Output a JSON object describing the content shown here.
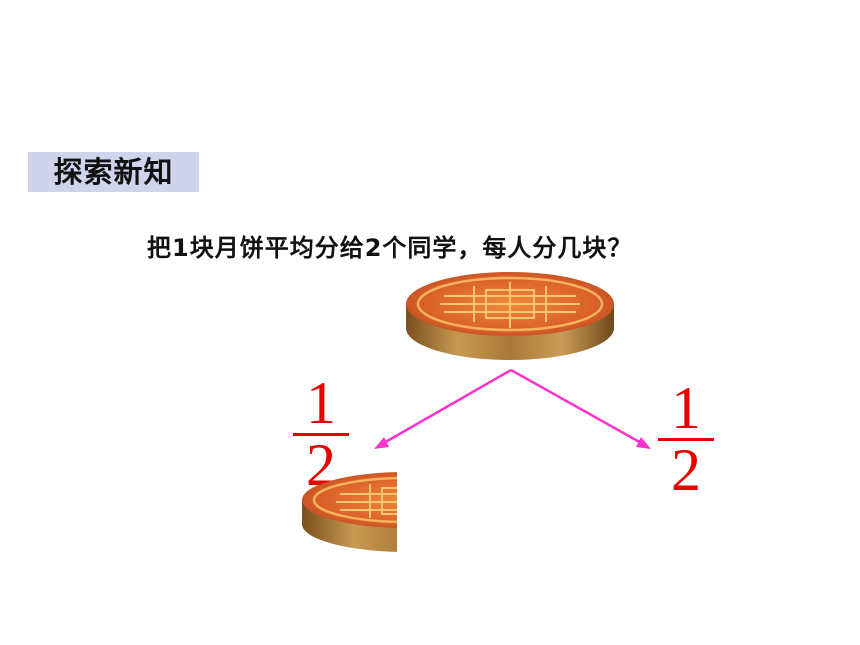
{
  "section": {
    "label": "探索新知"
  },
  "question": {
    "text": "把1块月饼平均分给2个同学，每人分几块？"
  },
  "fractions": [
    {
      "numerator": "1",
      "denominator": "2"
    },
    {
      "numerator": "1",
      "denominator": "2"
    }
  ],
  "colors": {
    "tag_background": "#cfd3ec",
    "fraction_red": "#e60000",
    "arrow_magenta": "#ff33cc",
    "cake_top": "#d9602a",
    "cake_side": "#a97838"
  },
  "icons": [
    "mooncake-whole",
    "mooncake-half-left",
    "mooncake-half-right",
    "split-arrows"
  ]
}
